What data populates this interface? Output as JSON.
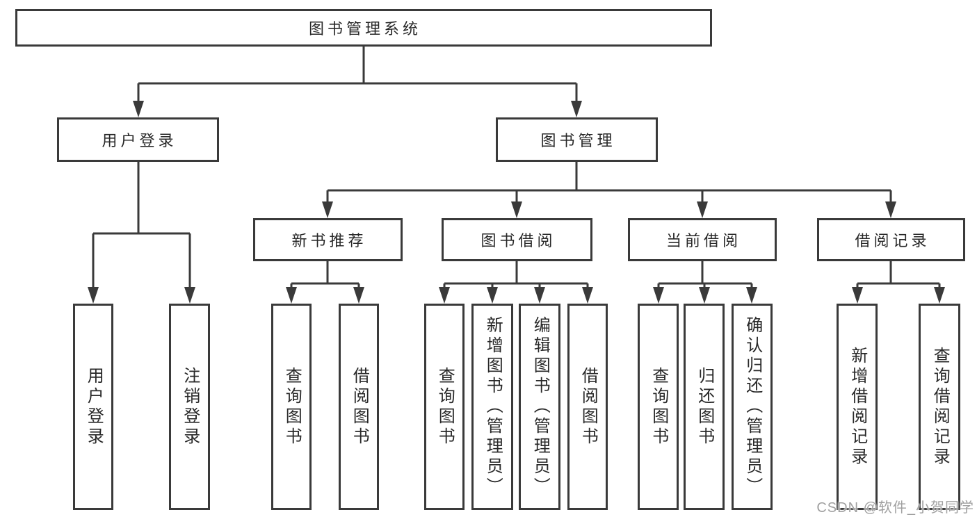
{
  "title": "图书管理系统",
  "watermark": "CSDN @软件_小贺同学",
  "colors": {
    "line": "#3a3a3a",
    "text": "#282828",
    "watermark": "#a0a0a0",
    "bg": "#ffffff"
  },
  "tree": {
    "label": "图书管理系统",
    "children": [
      {
        "label": "用户登录",
        "children": [
          {
            "label": "用户登录"
          },
          {
            "label": "注销登录"
          }
        ]
      },
      {
        "label": "图书管理",
        "children": [
          {
            "label": "新书推荐",
            "children": [
              {
                "label": "查询图书"
              },
              {
                "label": "借阅图书"
              }
            ]
          },
          {
            "label": "图书借阅",
            "children": [
              {
                "label": "查询图书"
              },
              {
                "label": "新增图书（管理员）"
              },
              {
                "label": "编辑图书（管理员）"
              },
              {
                "label": "借阅图书"
              }
            ]
          },
          {
            "label": "当前借阅",
            "children": [
              {
                "label": "查询图书"
              },
              {
                "label": "归还图书"
              },
              {
                "label": "确认归还（管理员）"
              }
            ]
          },
          {
            "label": "借阅记录",
            "children": [
              {
                "label": "新增借阅记录"
              },
              {
                "label": "查询借阅记录"
              }
            ]
          }
        ]
      }
    ]
  }
}
